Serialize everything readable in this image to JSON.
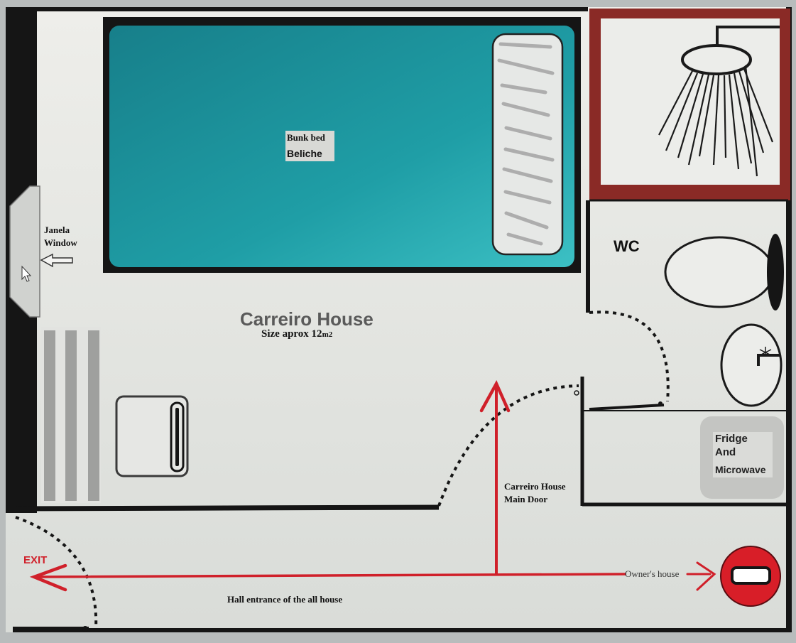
{
  "floorplan": {
    "title": "Carreiro House",
    "size_label": "Size aprox 12",
    "size_unit": "m2",
    "bunk_bed": {
      "label_en": "Bunk bed",
      "label_pt": "Beliche"
    },
    "window": {
      "label_pt": "Janela",
      "label_en": "Window"
    },
    "wc_label": "WC",
    "fridge_label": {
      "line1": "Fridge",
      "line2": "And",
      "line3": "Microwave"
    },
    "main_door": {
      "line1": "Carreiro House",
      "line2": "Main Door"
    },
    "exit_label": "EXIT",
    "owners_house_label": "Owner's house",
    "hall_label": "Hall entrance of the all house"
  },
  "colors": {
    "bed_teal": "#1f9ea6",
    "route_red": "#d0202a",
    "wall_black": "#151515",
    "shower_frame": "#8a2a26",
    "no_entry_red": "#d81e28"
  },
  "icons": [
    "shower-icon",
    "toilet-icon",
    "sink-icon",
    "no-entry-icon",
    "left-arrow-icon",
    "cursor-icon"
  ]
}
